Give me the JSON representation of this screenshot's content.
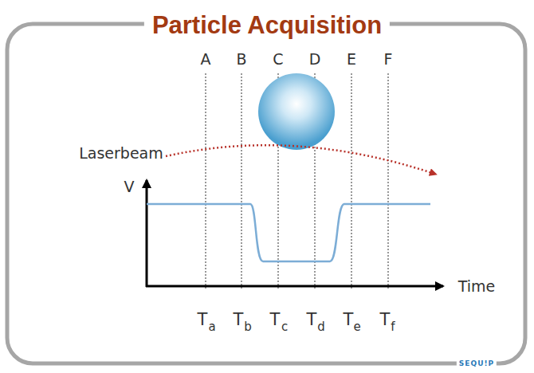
{
  "diagram": {
    "title": "Particle Acquisition",
    "labels": [
      "A",
      "B",
      "C",
      "D",
      "E",
      "F",
      "Laserbeam",
      "V",
      "Time",
      "T",
      "a",
      "T",
      "b",
      "T",
      "c",
      "T",
      "d",
      "T",
      "e",
      "T",
      "f",
      "SEQU!P"
    ]
  }
}
